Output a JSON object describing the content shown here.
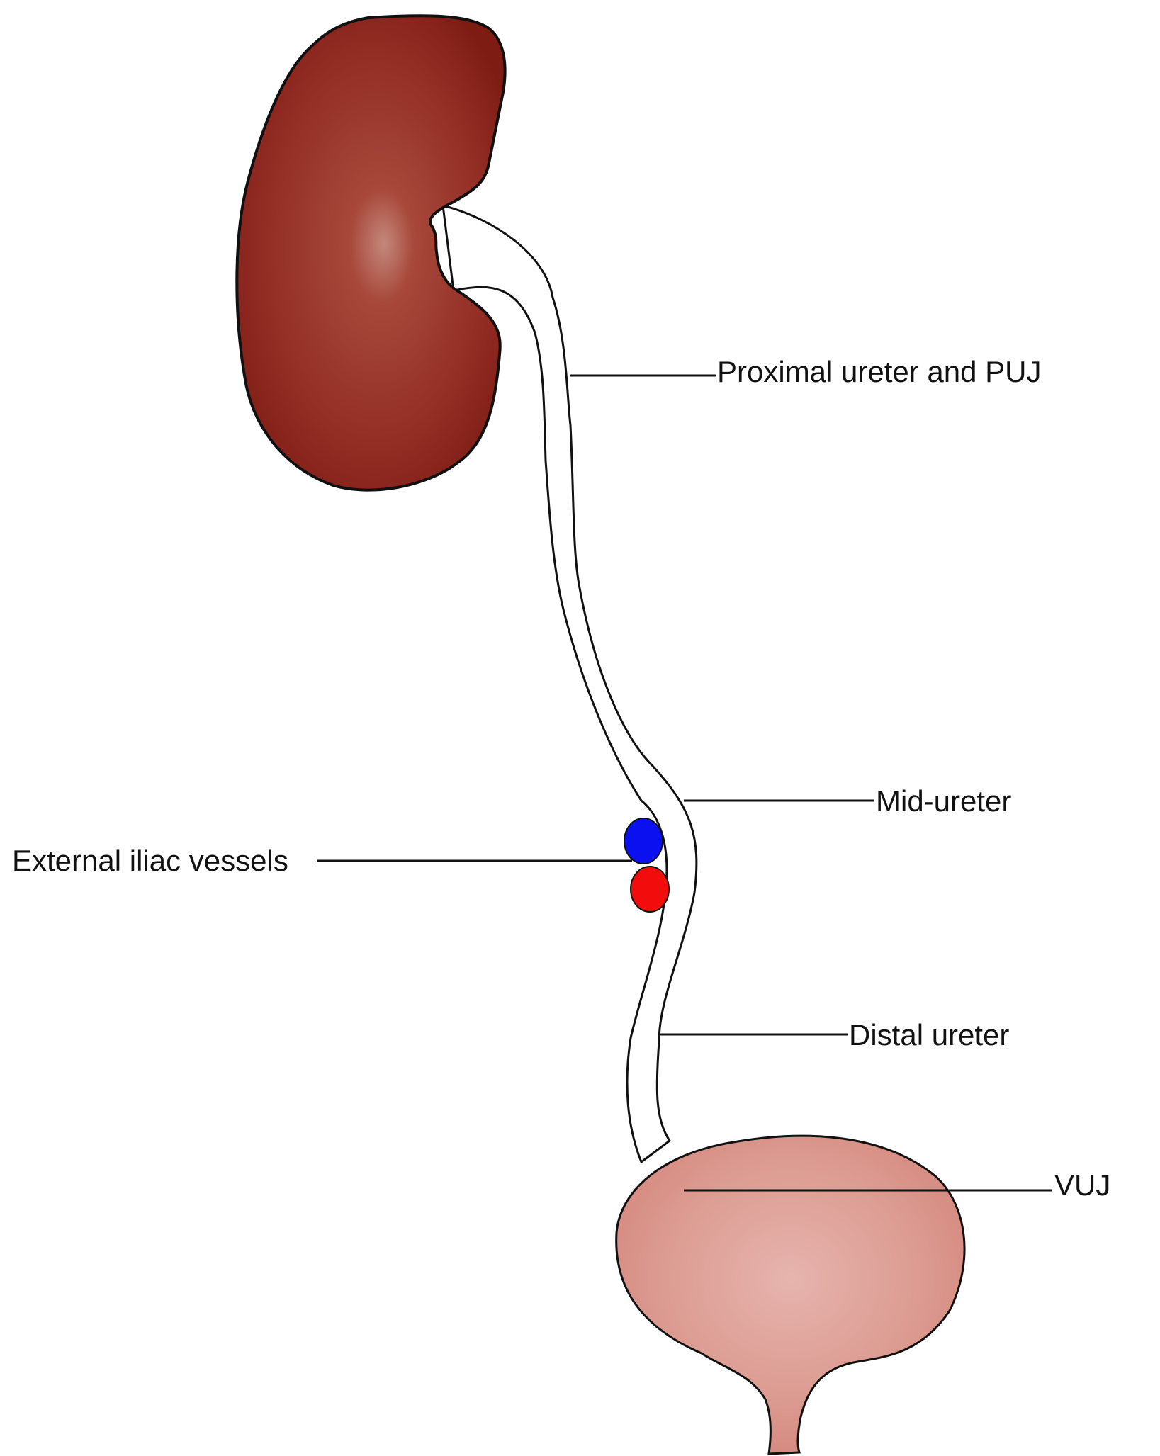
{
  "labels": {
    "proximal": "Proximal ureter and PUJ",
    "mid": "Mid-ureter",
    "iliac": "External iliac vessels",
    "distal": "Distal ureter",
    "vuj": "VUJ"
  },
  "colors": {
    "kidney_center": "#b45a48",
    "kidney_edge": "#7e1c14",
    "bladder_center": "#e6b2ac",
    "bladder_edge": "#d4867c",
    "vein": "#0a10f0",
    "artery": "#f20c0c",
    "outline": "#111111",
    "ureter_fill": "#ffffff"
  }
}
